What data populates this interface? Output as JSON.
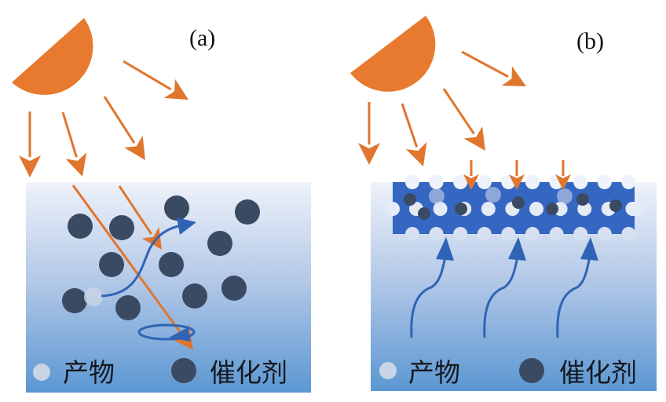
{
  "figure": {
    "panels": [
      {
        "id": "a",
        "label": "(a)",
        "description": "Dispersed catalyst particles in solution",
        "legend": [
          {
            "symbol": "product",
            "label": "产物"
          },
          {
            "symbol": "catalyst",
            "label": "催化剂"
          }
        ]
      },
      {
        "id": "b",
        "label": "(b)",
        "description": "Catalyst immobilized on porous membrane",
        "legend": [
          {
            "symbol": "product",
            "label": "产物"
          },
          {
            "symbol": "catalyst",
            "label": "催化剂"
          }
        ]
      }
    ],
    "colors": {
      "sun": "#E77A2F",
      "light_arrow": "#E0762E",
      "catalyst": "#3B4A63",
      "product": "#C9D4E6",
      "flow_arrow": "#2F64B5",
      "membrane": "#3466C2",
      "solution_top": "#EEF2FA",
      "solution_bottom": "#5B97D2"
    },
    "icons": {
      "sun": "sun-icon",
      "light": "light-ray-arrow",
      "flow": "flow-arrow"
    }
  }
}
